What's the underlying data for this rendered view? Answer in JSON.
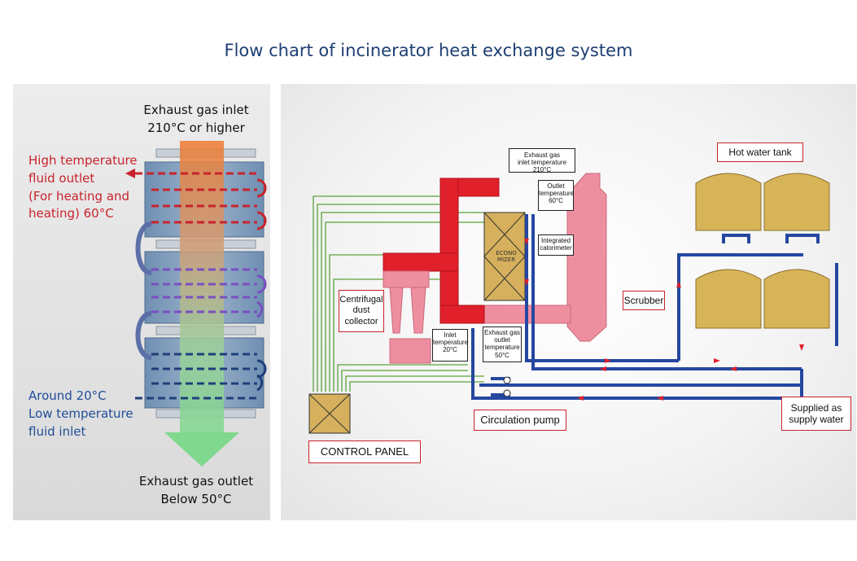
{
  "title": "Flow chart of incinerator heat exchange system",
  "left_panel": {
    "exhaust_inlet": [
      "Exhaust gas inlet",
      "210°C or higher"
    ],
    "high_temp_outlet": [
      "High temperature",
      "fluid outlet",
      "(For heating and",
      "heating)  60°C"
    ],
    "low_temp_inlet": [
      "Around 20°C",
      "Low temperature",
      "fluid inlet"
    ],
    "exhaust_outlet": [
      "Exhaust gas outlet",
      "Below 50°C"
    ]
  },
  "system": {
    "exhaust_inlet_temp": [
      "Exhaust gas",
      "inlet temperature 210°C"
    ],
    "outlet_temp": [
      "Outlet",
      "temperature",
      "60°C"
    ],
    "integrated_calorimeter": [
      "Integrated",
      "calorimeter"
    ],
    "economizer": [
      "ECONO",
      "MIZER"
    ],
    "centrifugal_dust_collector": [
      "Centrifugal",
      "dust",
      "collector"
    ],
    "inlet_temp": [
      "Inlet",
      "temperature",
      "20°C"
    ],
    "exhaust_outlet_temp": [
      "Exhaust gas",
      "outlet",
      "temperature",
      "50°C"
    ],
    "scrubber": "Scrubber",
    "hot_water_tank": "Hot water tank",
    "circulation_pump": "Circulation pump",
    "supplied_water": [
      "Supplied as",
      "supply water"
    ],
    "control_panel": "CONTROL PANEL"
  },
  "colors": {
    "title": "#1e3f73",
    "hot_flow": "#c8232c",
    "cold_flow": "#1f4e99",
    "signal": "#5aa33a",
    "tank": "#d8b458",
    "scrubber": "#ee8fa0"
  }
}
